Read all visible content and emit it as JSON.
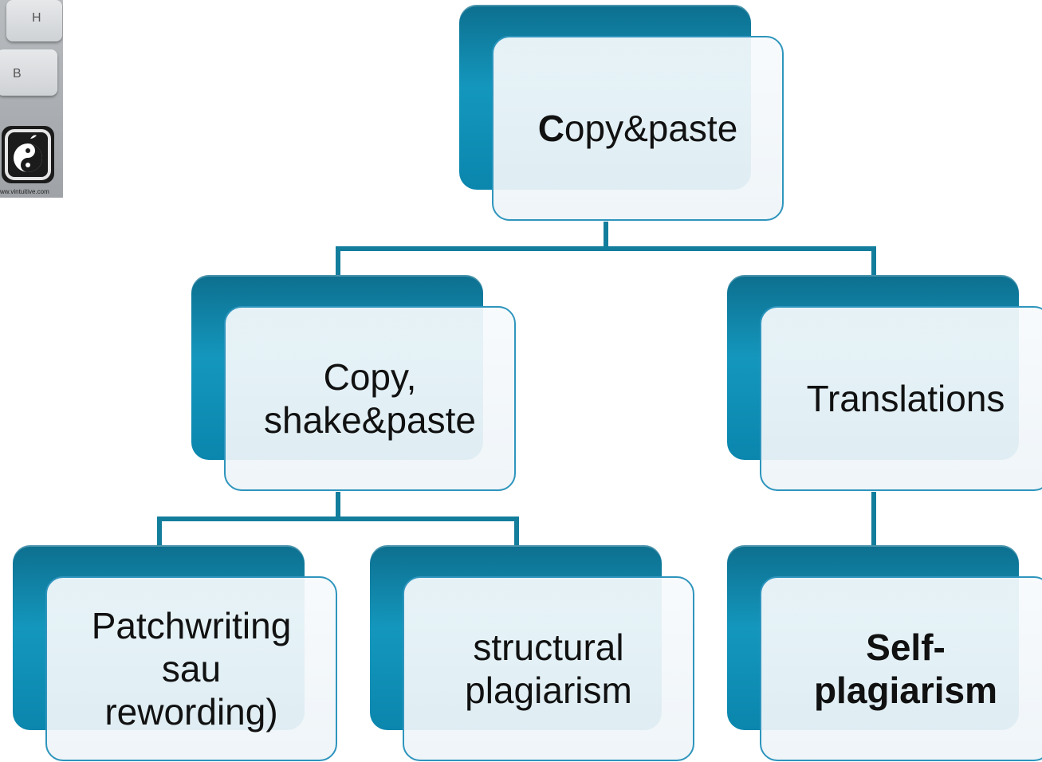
{
  "diagram": {
    "root": {
      "bold_prefix": "C",
      "rest": "opy&paste"
    },
    "level1": [
      {
        "lines": [
          "Copy,",
          "shake&paste"
        ]
      },
      {
        "lines": [
          "Translations"
        ]
      }
    ],
    "level2": [
      {
        "lines": [
          "Patchwriting",
          "sau",
          "rewording)"
        ],
        "bold": false
      },
      {
        "lines": [
          "structural",
          "plagiarism"
        ],
        "bold": false
      },
      {
        "lines": [
          "Self-",
          "plagiarism"
        ],
        "bold": true
      }
    ],
    "colors": {
      "accent": "#137d9c",
      "box_border": "#2e95bd"
    }
  },
  "photo": {
    "keys": [
      "H",
      "B"
    ],
    "logo": "yin-yang-apple-logo",
    "caption": "ww.vintuitive.com"
  }
}
